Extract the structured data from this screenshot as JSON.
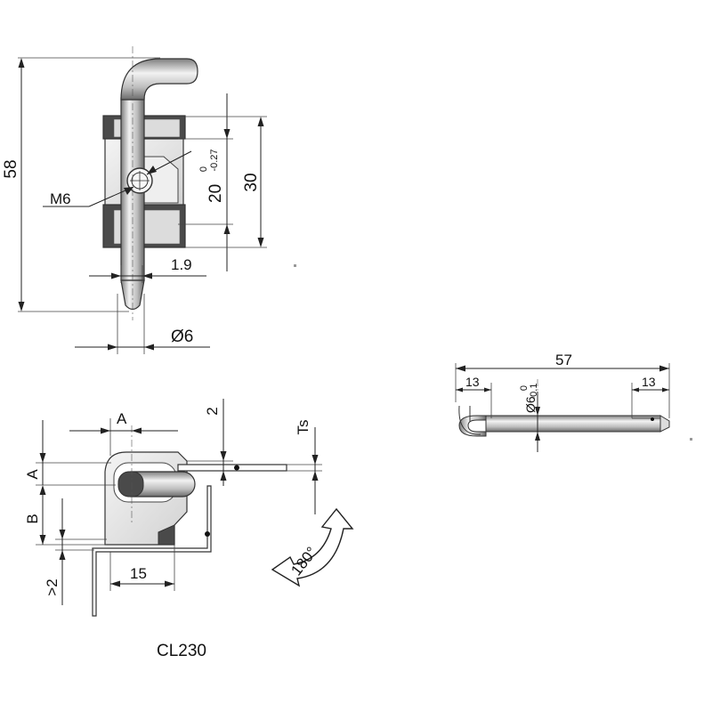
{
  "views": {
    "front": {
      "dim_overall_height": "58",
      "dim_thread": "M6",
      "dim_slot": "20",
      "dim_slot_tol_upper": "0",
      "dim_slot_tol_lower": "-0.27",
      "dim_body_height": "30",
      "dim_offset": "1.9",
      "dim_diameter": "Ø6"
    },
    "side": {
      "dim_a_top": "A",
      "dim_a_left": "A",
      "dim_b": "B",
      "dim_min": ">2",
      "dim_two": "2",
      "dim_ts": "Ts",
      "dim_width": "15",
      "rotation": "180°"
    },
    "pin": {
      "dim_length": "57",
      "dim_left": "13",
      "dim_right": "13",
      "dim_diameter": "Ø6",
      "dim_tol_upper": "0",
      "dim_tol_lower": "-0.1"
    }
  },
  "model_code": "CL230",
  "colors": {
    "line": "#222222",
    "metal_light": "#e8e8e8",
    "metal_mid": "#c9c9c9",
    "metal_dark": "#4a4a4a"
  }
}
